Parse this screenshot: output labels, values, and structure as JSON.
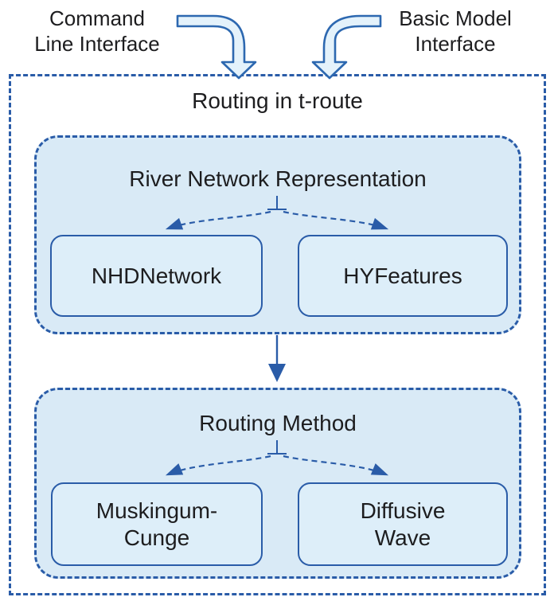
{
  "diagram": {
    "title": "Routing in t-route",
    "top_labels": {
      "cli": "Command\nLine Interface",
      "bmi": "Basic Model\nInterface"
    },
    "sections": [
      {
        "title": "River Network Representation",
        "children": [
          {
            "label": "NHDNetwork"
          },
          {
            "label": "HYFeatures"
          }
        ]
      },
      {
        "title": "Routing Method",
        "children": [
          {
            "label": "Muskingum-\nCunge"
          },
          {
            "label": "Diffusive\nWave"
          }
        ]
      }
    ],
    "colors": {
      "stroke_blue": "#2a5ca8",
      "container_fill": "#d9eaf6",
      "leaf_fill": "#ddeef9",
      "fat_arrow_fill": "#e4f2fb",
      "fat_arrow_stroke": "#2d68b0",
      "text": "#1d1d1f",
      "background": "#ffffff"
    }
  }
}
